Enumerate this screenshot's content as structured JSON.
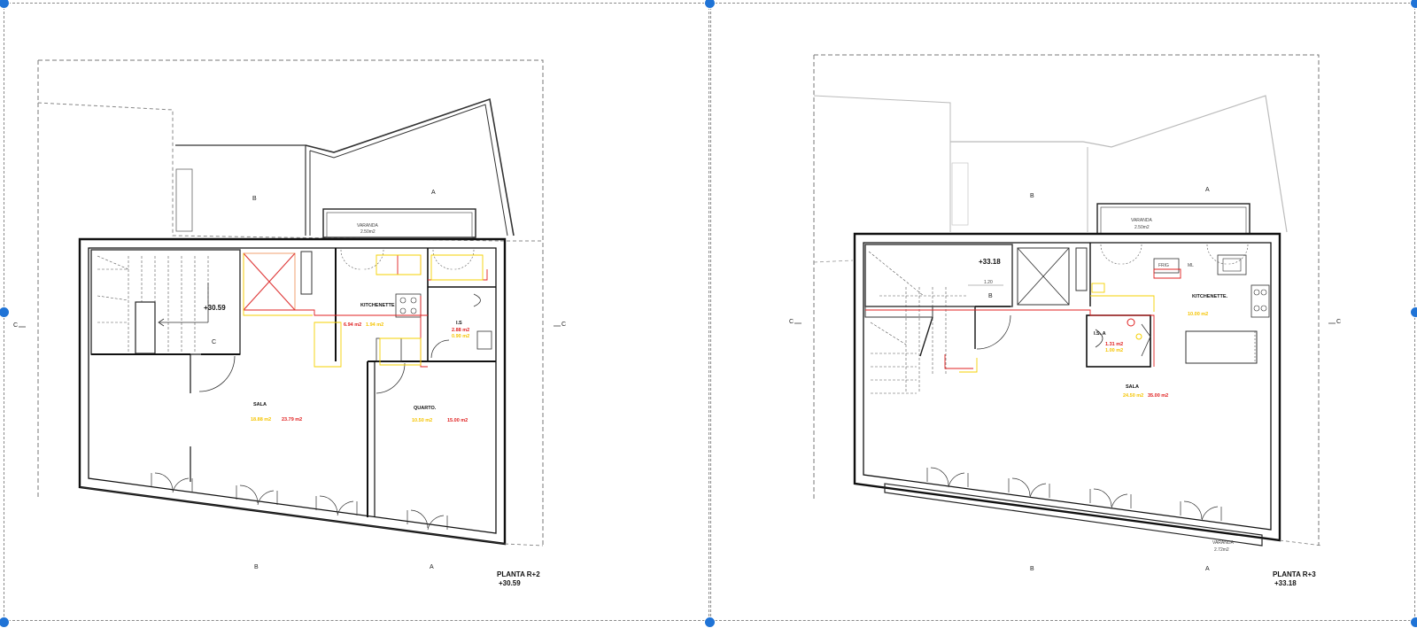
{
  "plans": [
    {
      "title": "PLANTA R+2",
      "level": "+30.59",
      "stair_level": "+30.59",
      "balcony_label": "VARANDA",
      "balcony_area": "2.50m2",
      "axis": {
        "b_top": "B",
        "a_top": "A",
        "b_bottom": "B",
        "a_bottom": "A",
        "c_left": "C",
        "c_right": "C",
        "stair_c": "C"
      },
      "rooms": {
        "kitchenette": {
          "label": "KITCHENETTE",
          "area_red": "6.94 m2",
          "area_yellow": "1.94 m2"
        },
        "is": {
          "label": "I.S",
          "area_red": "2.88 m2",
          "area_yellow": "0.90 m2"
        },
        "sala": {
          "label": "SALA",
          "area_yellow": "18.88 m2",
          "area_red": "23.79 m2"
        },
        "quarto": {
          "label": "QUARTO.",
          "area_yellow": "10.50 m2",
          "area_red": "15.00 m2"
        }
      }
    },
    {
      "title": "PLANTA R+3",
      "level": "+33.18",
      "stair_level": "+33.18",
      "stair_dim": "1.20",
      "balcony_label": "VARANDA",
      "balcony_area": "2.50m2",
      "balcony2_label": "VARANDA",
      "balcony2_area": "2.72m2",
      "axis": {
        "b_top": "B",
        "a_top": "A",
        "b_bottom": "B",
        "a_bottom": "A",
        "c_left": "C",
        "c_right": "C",
        "stair_b": "B"
      },
      "labels": {
        "frig": "FRIG",
        "ml": "ML"
      },
      "rooms": {
        "kitchenette": {
          "label": "KITCHENETTE.",
          "area_yellow": "10.00 m2"
        },
        "is": {
          "label": "I.S. A",
          "area_red": "1.31 m2",
          "area_yellow": "1.00 m2"
        },
        "sala": {
          "label": "SALA",
          "area_yellow": "24.50 m2",
          "area_red": "35.00 m2"
        }
      }
    }
  ]
}
